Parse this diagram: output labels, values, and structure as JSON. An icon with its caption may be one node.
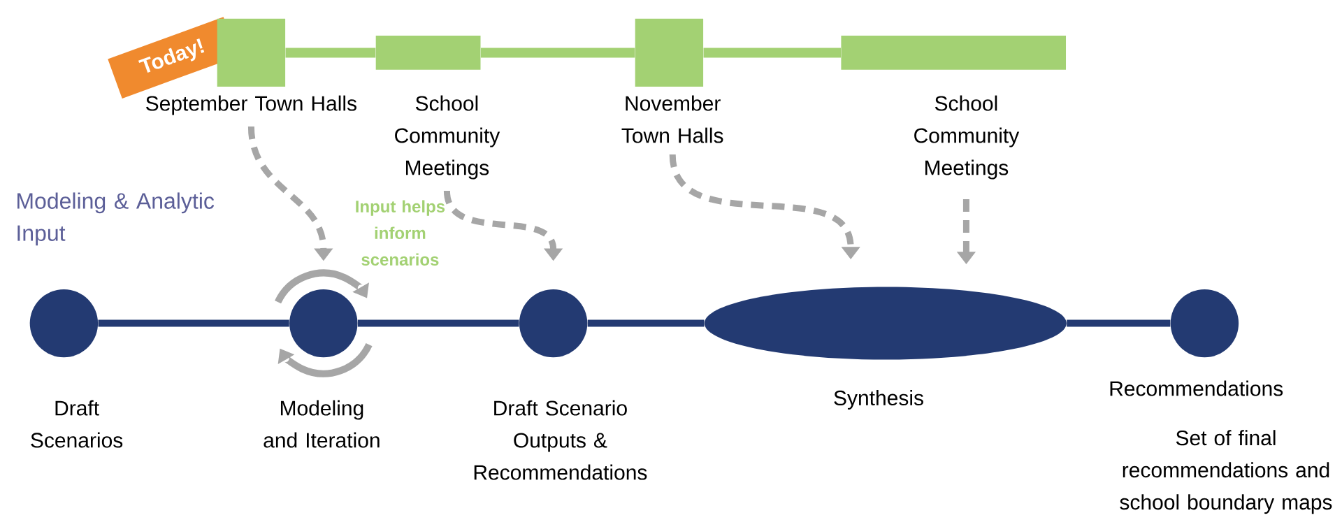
{
  "diagram": {
    "nodes": [
      {
        "text": [
          "Today!"
        ]
      },
      {
        "text": [
          "September Town Halls"
        ]
      },
      {
        "text": [
          "School Community Meetings"
        ]
      },
      {
        "text": [
          "November Town Halls"
        ]
      },
      {
        "text": [
          "School Community Meetings"
        ]
      },
      {
        "text": [
          "Draft Scenarios"
        ]
      },
      {
        "text": [
          "Modeling and Iteration"
        ]
      },
      {
        "text": [
          "Draft Scenario Outputs & Recommendations"
        ]
      },
      {
        "text": [
          "Synthesis"
        ]
      },
      {
        "text": [
          "Recommendations",
          "Set of final recommendations and school boundary maps"
        ]
      }
    ],
    "edges": [
      {
        "from": 1,
        "to": 2,
        "arrow": "none",
        "color": "#a3d173"
      },
      {
        "from": 2,
        "to": 3,
        "arrow": "none",
        "color": "#a3d173"
      },
      {
        "from": 3,
        "to": 4,
        "arrow": "none",
        "color": "#a3d173"
      },
      {
        "from": 5,
        "to": 6,
        "arrow": "none",
        "color": "#233a72"
      },
      {
        "from": 6,
        "to": 7,
        "arrow": "none",
        "color": "#233a72"
      },
      {
        "from": 7,
        "to": 8,
        "arrow": "none",
        "color": "#233a72"
      },
      {
        "from": 8,
        "to": 9,
        "arrow": "none",
        "color": "#233a72"
      },
      {
        "from": 1,
        "to": 6,
        "arrow": "to",
        "style": "dashed",
        "color": "#a6a6a6"
      },
      {
        "from": 2,
        "to": 7,
        "arrow": "to",
        "style": "dashed",
        "color": "#a6a6a6"
      },
      {
        "from": 3,
        "to": 8,
        "arrow": "to",
        "style": "dashed",
        "color": "#a6a6a6"
      },
      {
        "from": 4,
        "to": 8,
        "arrow": "to",
        "style": "dashed",
        "color": "#a6a6a6"
      }
    ],
    "labels": [
      "Modeling & Analytic Input",
      "Input helps inform scenarios"
    ]
  }
}
